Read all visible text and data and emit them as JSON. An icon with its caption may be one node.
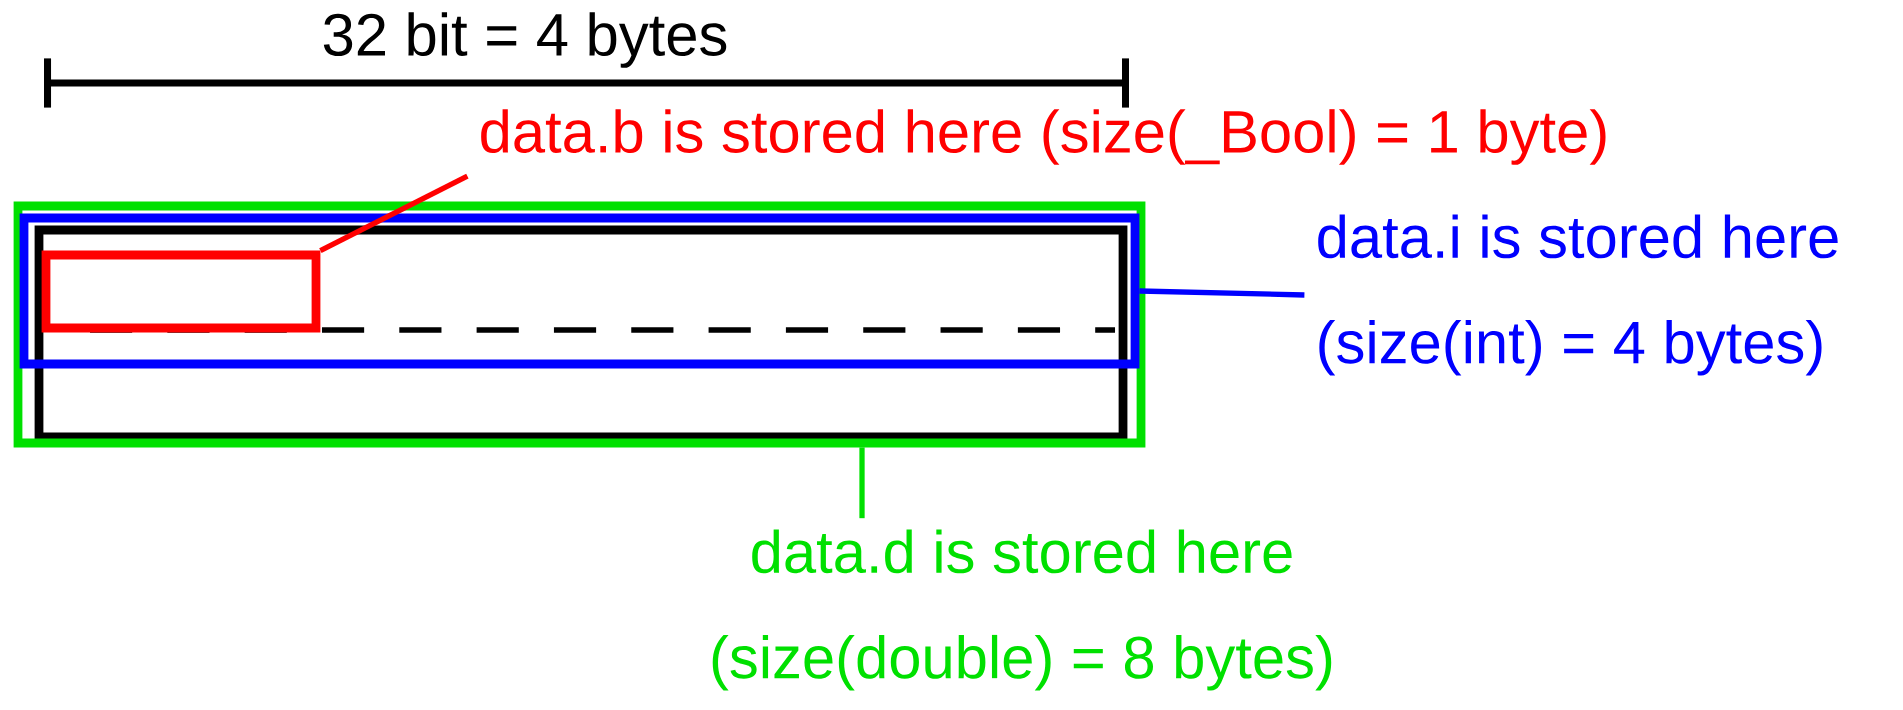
{
  "diagram": {
    "nodes": [
      {
        "text": [],
        "shape": "box"
      },
      {
        "text": [],
        "shape": "box",
        "in": 0
      },
      {
        "text": [],
        "shape": "box",
        "in": 1
      },
      {
        "text": [
          "data.b is stored here (size(_Bool) = 1 byte)"
        ]
      },
      {
        "text": [
          "data.i is stored here",
          "(size(int) = 4 bytes)"
        ]
      },
      {
        "text": [
          "data.d is stored here",
          "(size(double) = 8 bytes)"
        ]
      }
    ],
    "edges": [
      {
        "from": 3,
        "to": 2,
        "arrow": "none",
        "color": "#ff0000"
      },
      {
        "from": 4,
        "to": 1,
        "arrow": "none",
        "color": "#0000ff"
      },
      {
        "from": 5,
        "to": 0,
        "arrow": "none",
        "color": "#00e000"
      }
    ],
    "labels": [
      "32 bit = 4 bytes"
    ]
  }
}
